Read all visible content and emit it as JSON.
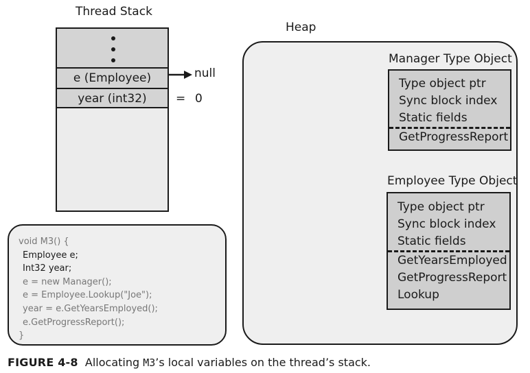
{
  "thread_stack": {
    "title": "Thread Stack",
    "slots": [
      {
        "label": "e (Employee)",
        "value": "null"
      },
      {
        "label": "year (int32)",
        "equals": "=",
        "value": "0"
      }
    ]
  },
  "code": {
    "lines": [
      "void M3() {",
      "Employee e;",
      "Int32 year;",
      "e = new Manager();",
      "e = Employee.Lookup(\"Joe\");",
      "year = e.GetYearsEmployed();",
      "e.GetProgressReport();",
      "}"
    ]
  },
  "heap": {
    "title": "Heap",
    "manager": {
      "title": "Manager Type Object",
      "fields": [
        "Type object ptr",
        "Sync block index",
        "Static fields"
      ],
      "methods": [
        "GetProgressReport"
      ]
    },
    "employee": {
      "title": "Employee Type Object",
      "fields": [
        "Type object ptr",
        "Sync block index",
        "Static fields"
      ],
      "methods": [
        "GetYearsEmployed",
        "GetProgressReport",
        "Lookup"
      ]
    }
  },
  "caption": {
    "figure": "FIGURE 4-8",
    "text_before": "Allocating ",
    "code": "M3",
    "text_after": "’s local variables on the thread’s stack."
  }
}
